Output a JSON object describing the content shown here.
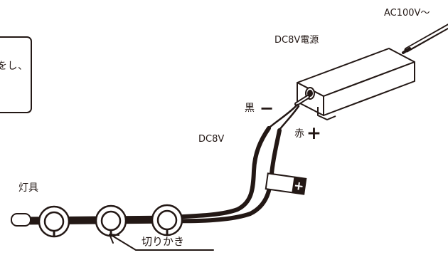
{
  "labels": {
    "ac_input": "AC100V〜",
    "power_supply": "DC8V電源",
    "black_wire": "黒",
    "red_wire": "赤",
    "dc_output": "DC8V",
    "fixture": "灯具",
    "notch": "切りかき",
    "callout_text": "をし、",
    "minus_sign": "−",
    "plus_sign": "+",
    "tag_plus": "+"
  },
  "colors": {
    "line": "#231815",
    "background": "#ffffff"
  }
}
